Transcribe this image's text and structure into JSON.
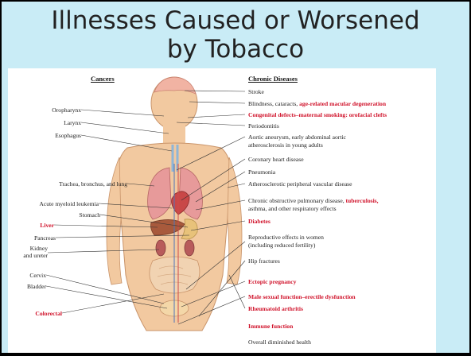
{
  "slide": {
    "title_line1": "Illnesses Caused or Worsened",
    "title_line2": "by Tobacco"
  },
  "figure": {
    "cancers_header": "Cancers",
    "chronic_header": "Chronic Diseases",
    "cancers": [
      {
        "label": "Oropharynx",
        "highlight": false
      },
      {
        "label": "Larynx",
        "highlight": false
      },
      {
        "label": "Esophagus",
        "highlight": false
      },
      {
        "label": "Trachea, bronchus, and lung",
        "highlight": false
      },
      {
        "label": "Acute myeloid leukemia",
        "highlight": false
      },
      {
        "label": "Stomach",
        "highlight": false
      },
      {
        "label": "Liver",
        "highlight": true
      },
      {
        "label": "Pancreas",
        "highlight": false
      },
      {
        "label": "Kidney",
        "highlight": false
      },
      {
        "label": "and ureter",
        "highlight": false
      },
      {
        "label": "Cervix",
        "highlight": false
      },
      {
        "label": "Bladder",
        "highlight": false
      },
      {
        "label": "Colorectal",
        "highlight": true
      }
    ],
    "chronic": {
      "stroke": "Stroke",
      "blindness_a": "Blindness, cataracts, ",
      "blindness_b": "age-related macular degeneration",
      "congenital": "Congenital defects–maternal smoking: orofacial clefts",
      "periodontitis": "Periodontitis",
      "aortic_1": "Aortic aneurysm, early abdominal aortic",
      "aortic_2": "atherosclerosis in young adults",
      "coronary": "Coronary heart disease",
      "pneumonia": "Pneumonia",
      "athero": "Atherosclerotic peripheral vascular disease",
      "copd_a": "Chronic obstructive pulmonary disease, ",
      "copd_b": "tuberculosis,",
      "copd_2": "asthma, and other respiratory effects",
      "diabetes": "Diabetes",
      "repro_1": "Reproductive effects in women",
      "repro_2": "(including reduced fertility)",
      "hip": "Hip fractures",
      "ectopic": "Ectopic pregnancy",
      "male": "Male sexual function–erectile dysfunction",
      "rheum": "Rheumatoid arthritis",
      "immune": "Immune function",
      "overall": "Overall diminished health"
    },
    "colors": {
      "highlight": "#d0122a",
      "skin": "#f2c9a0",
      "background": "#c9ecf6"
    }
  }
}
